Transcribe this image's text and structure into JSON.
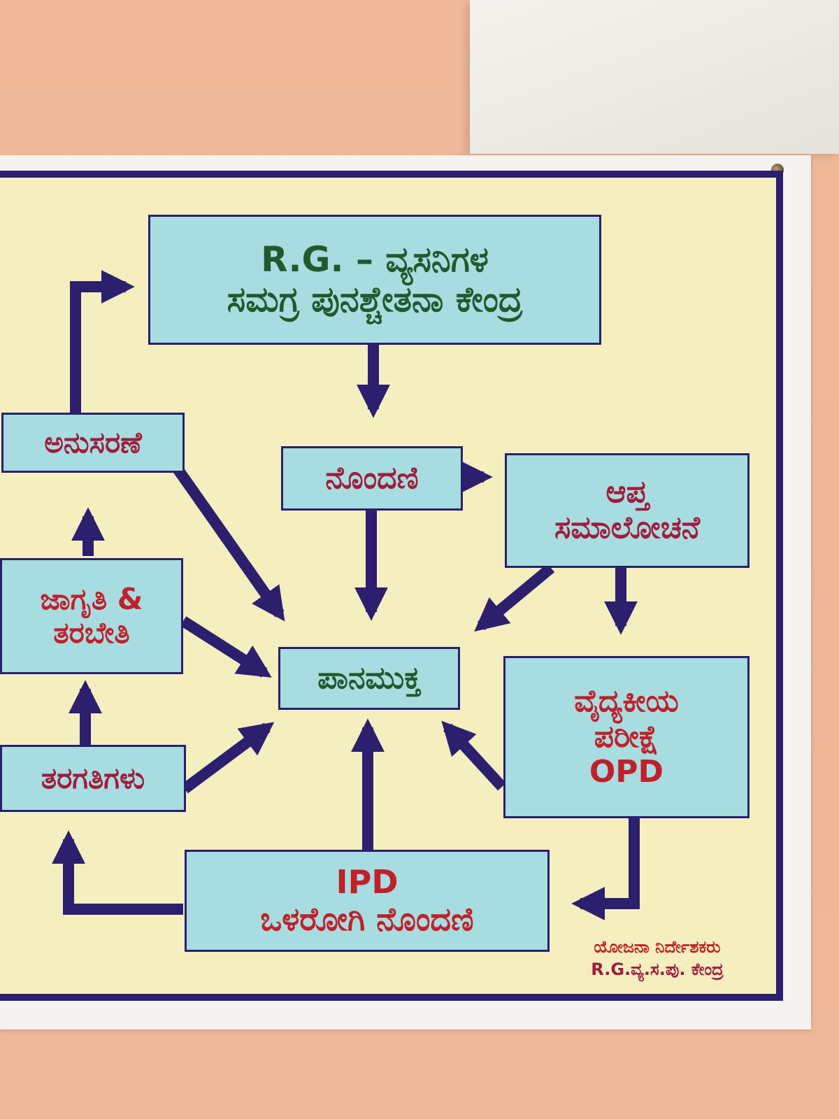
{
  "diagram": {
    "top_box": {
      "line1": "R.G. – ವ್ಯಸನಿಗಳ",
      "line2": "ಸಮಗ್ರ ಪುನಶ್ಚೇತನಾ ಕೇಂದ್ರ"
    },
    "registration": "ನೊಂದಣಿ",
    "counseling": {
      "line1": "ಆಪ್ತ",
      "line2": "ಸಮಾಲೋಚನೆ"
    },
    "follow_up": "ಅನುಸರಣೆ",
    "awareness": {
      "line1": "ಜಾಗೃತಿ &",
      "line2": "ತರಬೇತಿ"
    },
    "center": "ಪಾನಮುಕ್ತ",
    "classes": "ತರಗತಿಗಳು",
    "medical": {
      "line1": "ವೈದ್ಯಕೀಯ",
      "line2": "ಪರೀಕ್ಷೆ",
      "line3": "OPD"
    },
    "ipd": {
      "line1": "IPD",
      "line2": "ಒಳರೋಗಿ ನೊಂದಣಿ"
    },
    "footer": {
      "line1": "ಯೋಜನಾ ನಿರ್ದೇಶಕರು",
      "line2": "R.G.ವ್ಯ.ಸ.ಪು. ಕೇಂದ್ರ"
    }
  },
  "colors": {
    "frame": "#2b1f6e",
    "poster_background": "#f5efbf",
    "box_fill": "#a7dde0",
    "text_green": "#1f5a2c",
    "text_red": "#c0202a",
    "text_maroon": "#a01c3c",
    "wall": "#f1b99a"
  }
}
